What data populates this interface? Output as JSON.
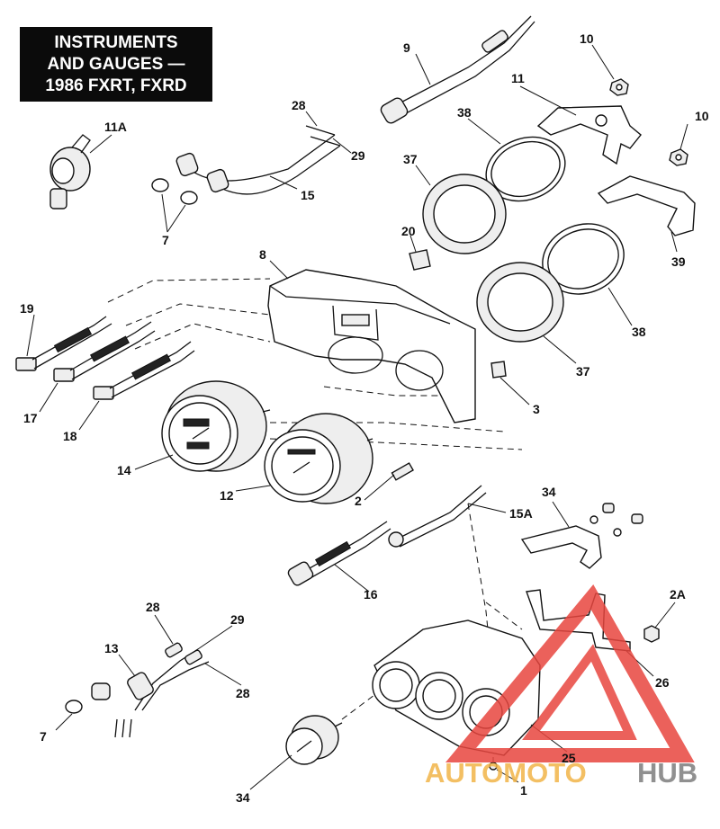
{
  "title": {
    "line1": "INSTRUMENTS",
    "line2": "AND GAUGES —",
    "line3": "1986 FXRT, FXRD"
  },
  "callouts": {
    "c9": "9",
    "c10a": "10",
    "c10b": "10",
    "c11": "11",
    "c11a": "11A",
    "c28a": "28",
    "c29a": "29",
    "c15": "15",
    "c7a": "7",
    "c38a": "38",
    "c37a": "37",
    "c20": "20",
    "c8": "8",
    "c39": "39",
    "c38b": "38",
    "c37b": "37",
    "c19": "19",
    "c17": "17",
    "c18": "18",
    "c3": "3",
    "c14": "14",
    "c12": "12",
    "c2": "2",
    "c15a": "15A",
    "c34a": "34",
    "c16": "16",
    "c2a": "2A",
    "c28b": "28",
    "c29b": "29",
    "c13": "13",
    "c28c": "28",
    "c26": "26",
    "c7b": "7",
    "c25": "25",
    "c34b": "34",
    "c1": "1"
  },
  "watermark": {
    "part1": "AUTOMOTO",
    "part2": "HUB",
    "color_accent": "#e8463f",
    "color_text_a": "#f2b548",
    "color_text_b": "#7d7d7d"
  },
  "colors": {
    "ink": "#111111",
    "title_bg": "#0b0b0b",
    "title_fg": "#ffffff"
  }
}
